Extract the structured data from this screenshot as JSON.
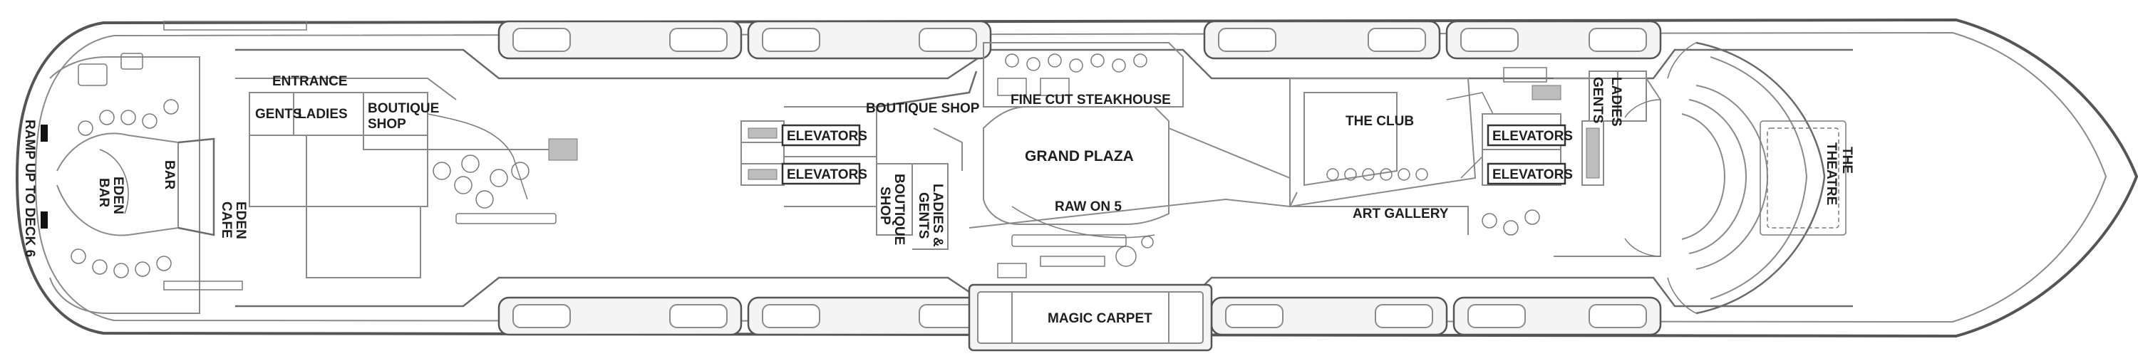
{
  "deck_plan": {
    "labels": {
      "entrance": "ENTRANCE",
      "gents_aft": "GENTS",
      "ladies_aft": "LADIES",
      "boutique_shop_aft_1": "BOUTIQUE",
      "boutique_shop_aft_2": "SHOP",
      "ramp": "RAMP UP TO DECK 6",
      "eden_bar_1": "EDEN",
      "eden_bar_2": "BAR",
      "eden_bar_3": "BAR",
      "eden_cafe_1": "EDEN",
      "eden_cafe_2": "CAFE",
      "elevators_mid_upper": "ELEVATORS",
      "elevators_mid_lower": "ELEVATORS",
      "boutique_shop_mid": "BOUTIQUE SHOP",
      "boutique_shop_vertical_1": "BOUTIQUE",
      "boutique_shop_vertical_2": "SHOP",
      "ladies_gents_1": "LADIES &",
      "ladies_gents_2": "GENTS",
      "fine_cut_steakhouse": "FINE CUT STEAKHOUSE",
      "grand_plaza": "GRAND PLAZA",
      "raw_on_5": "RAW ON 5",
      "magic_carpet": "MAGIC CARPET",
      "the_club": "THE CLUB",
      "art_gallery": "ART GALLERY",
      "elevators_fwd_upper": "ELEVATORS",
      "elevators_fwd_lower": "ELEVATORS",
      "ladies_fwd": "LADIES",
      "gents_fwd": "GENTS",
      "the_theatre_1": "THE",
      "the_theatre_2": "THEATRE"
    },
    "colors": {
      "hull_outline": "#555555",
      "interior_walls": "#8a8a8a",
      "label_text": "#1f1f1f",
      "background": "#ffffff"
    }
  }
}
